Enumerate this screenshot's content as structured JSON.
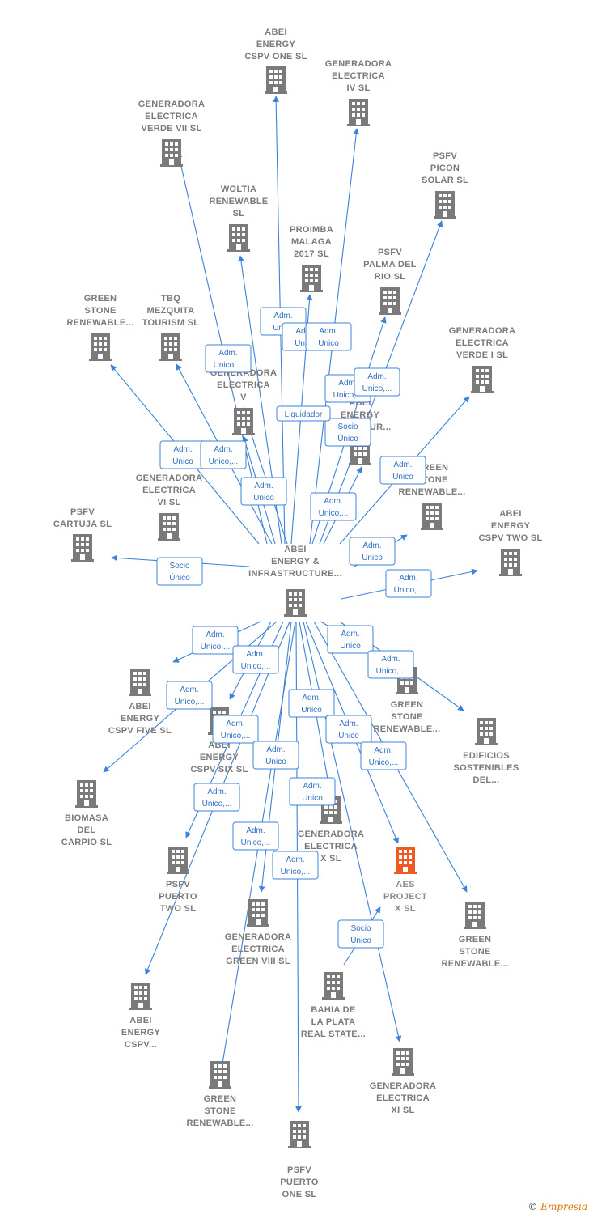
{
  "colors": {
    "edge": "#3b82d8",
    "building": "#7a7a7a",
    "highlight": "#ee5a24",
    "label": "#7a7a7a"
  },
  "center_id": "n0",
  "nodes": [
    {
      "id": "n0",
      "lines": [
        "ABEI",
        "ENERGY &",
        "INFRASTRUCTURE..."
      ],
      "highlight": false
    },
    {
      "id": "n1",
      "lines": [
        "ABEI",
        "ENERGY",
        "CSPV ONE  SL"
      ],
      "highlight": false
    },
    {
      "id": "n2",
      "lines": [
        "GENERADORA",
        "ELECTRICA",
        "IV  SL"
      ],
      "highlight": false
    },
    {
      "id": "n3",
      "lines": [
        "GENERADORA",
        "ELECTRICA",
        "VERDE VII  SL"
      ],
      "highlight": false
    },
    {
      "id": "n4",
      "lines": [
        "PSFV",
        "PICON",
        "SOLAR  SL"
      ],
      "highlight": false
    },
    {
      "id": "n5",
      "lines": [
        "WOLTIA",
        "RENEWABLE",
        "SL"
      ],
      "highlight": false
    },
    {
      "id": "n6",
      "lines": [
        "PROIMBA",
        "MALAGA",
        "2017  SL"
      ],
      "highlight": false
    },
    {
      "id": "n7",
      "lines": [
        "PSFV",
        "PALMA DEL",
        "RIO  SL"
      ],
      "highlight": false
    },
    {
      "id": "n8",
      "lines": [
        "GREEN",
        "STONE",
        "RENEWABLE..."
      ],
      "highlight": false
    },
    {
      "id": "n9",
      "lines": [
        "TBQ",
        "MEZQUITA",
        "TOURISM  SL"
      ],
      "highlight": false
    },
    {
      "id": "n10",
      "lines": [
        "GENERADORA",
        "ELECTRICA",
        "VERDE I  SL"
      ],
      "highlight": false
    },
    {
      "id": "n11",
      "lines": [
        "GENERADORA",
        "ELECTRICA",
        "V"
      ],
      "highlight": false
    },
    {
      "id": "n12",
      "lines": [
        "ABEI",
        "ENERGY",
        "CSPV FOUR..."
      ],
      "highlight": false
    },
    {
      "id": "n13",
      "lines": [
        "GENERADORA",
        "ELECTRICA",
        "VI  SL"
      ],
      "highlight": false
    },
    {
      "id": "n14",
      "lines": [
        "GREEN",
        "STONE",
        "RENEWABLE..."
      ],
      "highlight": false
    },
    {
      "id": "n15",
      "lines": [
        "PSFV",
        "CARTUJA  SL"
      ],
      "highlight": false
    },
    {
      "id": "n16",
      "lines": [
        "ABEI",
        "ENERGY",
        "CSPV TWO  SL"
      ],
      "highlight": false
    },
    {
      "id": "n17",
      "lines": [
        "ABEI",
        "ENERGY",
        "CSPV FIVE  SL"
      ],
      "highlight": false
    },
    {
      "id": "n18",
      "lines": [
        "GREEN",
        "STONE",
        "RENEWABLE..."
      ],
      "highlight": false
    },
    {
      "id": "n19",
      "lines": [
        "ABEI",
        "ENERGY",
        "CSPV SIX  SL"
      ],
      "highlight": false
    },
    {
      "id": "n20",
      "lines": [
        "EDIFICIOS",
        "SOSTENIBLES",
        "DEL..."
      ],
      "highlight": false
    },
    {
      "id": "n21",
      "lines": [
        "BIOMASA",
        "DEL",
        "CARPIO  SL"
      ],
      "highlight": false
    },
    {
      "id": "n22",
      "lines": [
        "GENERADORA",
        "ELECTRICA",
        "X  SL"
      ],
      "highlight": false
    },
    {
      "id": "n23",
      "lines": [
        "PSFV",
        "PUERTO",
        "TWO  SL"
      ],
      "highlight": false
    },
    {
      "id": "n24",
      "lines": [
        "AES",
        "PROJECT",
        "X  SL"
      ],
      "highlight": true
    },
    {
      "id": "n25",
      "lines": [
        "GENERADORA",
        "ELECTRICA",
        "GREEN VIII  SL"
      ],
      "highlight": false
    },
    {
      "id": "n26",
      "lines": [
        "GREEN",
        "STONE",
        "RENEWABLE..."
      ],
      "highlight": false
    },
    {
      "id": "n27",
      "lines": [
        "ABEI",
        "ENERGY",
        "CSPV..."
      ],
      "highlight": false
    },
    {
      "id": "n28",
      "lines": [
        "BAHIA DE",
        "LA PLATA",
        "REAL STATE..."
      ],
      "highlight": false
    },
    {
      "id": "n29",
      "lines": [
        "GREEN",
        "STONE",
        "RENEWABLE..."
      ],
      "highlight": false
    },
    {
      "id": "n30",
      "lines": [
        "GENERADORA",
        "ELECTRICA",
        "XI  SL"
      ],
      "highlight": false
    },
    {
      "id": "n31",
      "lines": [
        "PSFV",
        "PUERTO",
        "ONE  SL"
      ],
      "highlight": false
    }
  ],
  "edges": [
    {
      "from": "n0",
      "to": "n1",
      "label": [
        "Adm.",
        "Unico"
      ]
    },
    {
      "from": "n0",
      "to": "n2",
      "label": [
        "Adm.",
        "Unico,..."
      ]
    },
    {
      "from": "n0",
      "to": "n3",
      "label": [
        "Adm.",
        "Unico,..."
      ]
    },
    {
      "from": "n0",
      "to": "n4",
      "label": [
        "Adm.",
        "Unico,..."
      ]
    },
    {
      "from": "n0",
      "to": "n5",
      "label": [
        "Adm.",
        "Unico"
      ]
    },
    {
      "from": "n0",
      "to": "n6",
      "label": [
        "Adm.",
        "Unico"
      ]
    },
    {
      "from": "n0",
      "to": "n7",
      "label": [
        "Socio",
        "Único"
      ]
    },
    {
      "from": "n0",
      "to": "n8",
      "label": [
        "Adm.",
        "Unico"
      ]
    },
    {
      "from": "n0",
      "to": "n9",
      "label": [
        "Adm.",
        "Unico,..."
      ]
    },
    {
      "from": "n0",
      "to": "n10",
      "label": [
        "Adm.",
        "Unico"
      ]
    },
    {
      "from": "n0",
      "to": "n11",
      "label": [
        "Liquidador"
      ]
    },
    {
      "from": "n0",
      "to": "n12",
      "label": [
        "Adm.",
        "Unico,..."
      ]
    },
    {
      "from": "n0",
      "to": "n13",
      "label": [
        "Adm.",
        "Unico"
      ]
    },
    {
      "from": "n0",
      "to": "n14",
      "label": [
        "Adm.",
        "Unico"
      ]
    },
    {
      "from": "n0",
      "to": "n15",
      "label": [
        "Socio",
        "Único"
      ]
    },
    {
      "from": "n0",
      "to": "n16",
      "label": [
        "Adm.",
        "Unico,..."
      ]
    },
    {
      "from": "n0",
      "to": "n17",
      "label": [
        "Adm.",
        "Unico,..."
      ]
    },
    {
      "from": "n0",
      "to": "n18",
      "label": [
        "Adm.",
        "Unico"
      ]
    },
    {
      "from": "n0",
      "to": "n19",
      "label": [
        "Adm.",
        "Unico,..."
      ]
    },
    {
      "from": "n0",
      "to": "n20",
      "label": [
        "Adm.",
        "Unico,..."
      ]
    },
    {
      "from": "n0",
      "to": "n21",
      "label": [
        "Adm.",
        "Unico,..."
      ]
    },
    {
      "from": "n0",
      "to": "n22",
      "label": [
        "Adm.",
        "Unico"
      ]
    },
    {
      "from": "n0",
      "to": "n23",
      "label": [
        "Adm.",
        "Unico,..."
      ]
    },
    {
      "from": "n0",
      "to": "n24",
      "label": [
        "Adm.",
        "Unico"
      ]
    },
    {
      "from": "n0",
      "to": "n25",
      "label": [
        "Adm.",
        "Unico"
      ]
    },
    {
      "from": "n0",
      "to": "n26",
      "label": [
        "Adm.",
        "Unico,..."
      ]
    },
    {
      "from": "n0",
      "to": "n27",
      "label": [
        "Adm.",
        "Unico,..."
      ]
    },
    {
      "from": "n0",
      "to": "n29",
      "label": [
        "Adm.",
        "Unico,..."
      ]
    },
    {
      "from": "n0",
      "to": "n30",
      "label": [
        "Adm.",
        "Unico"
      ]
    },
    {
      "from": "n0",
      "to": "n31",
      "label": [
        "Adm.",
        "Unico,..."
      ]
    },
    {
      "from": "n28",
      "to": "n24",
      "label": [
        "Socio",
        "Único"
      ]
    }
  ],
  "footer": {
    "copyright": "©",
    "brand": "Empresia"
  }
}
